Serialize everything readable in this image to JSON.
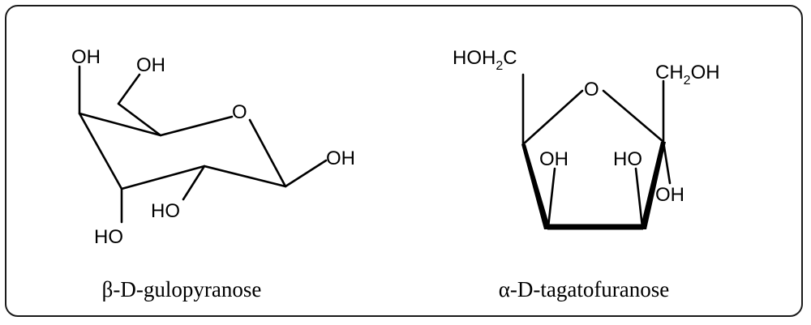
{
  "molecules": [
    {
      "name": "β-D-gulopyranose",
      "atoms": {
        "oh_top": "OH",
        "oh_ch2": "OH",
        "ring_o": "O",
        "oh_right": "OH",
        "oh_mid": "HO",
        "oh_bottom": "HO"
      }
    },
    {
      "name": "α-D-tagatofuranose",
      "atoms": {
        "hoh2c": {
          "pre": "HOH",
          "sub": "2",
          "post": "C"
        },
        "ch2oh": {
          "pre": "CH",
          "sub": "2",
          "post": "OH"
        },
        "ring_o": "O",
        "oh_left": "OH",
        "ho_right": "HO",
        "oh_low_right": "OH"
      }
    }
  ]
}
